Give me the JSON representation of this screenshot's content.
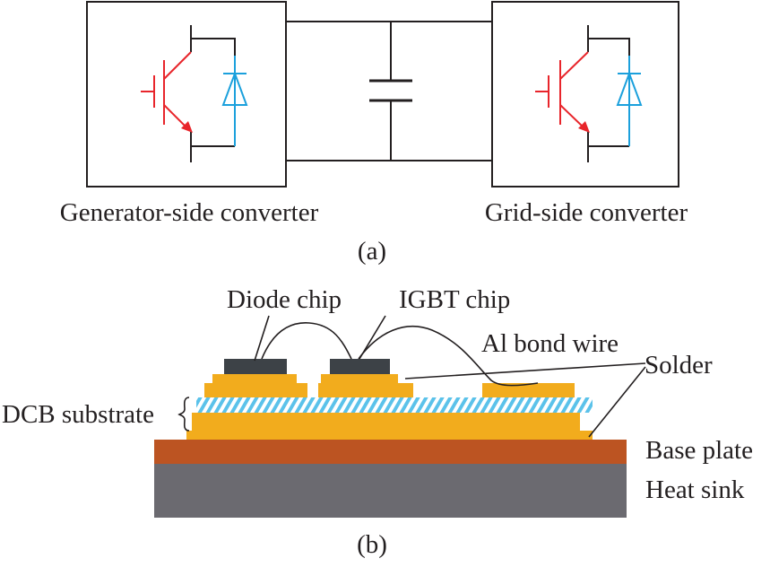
{
  "panel_a": {
    "left_label": "Generator-side converter",
    "right_label": "Grid-side converter",
    "caption": "(a)"
  },
  "panel_b": {
    "labels": {
      "diode_chip": "Diode chip",
      "igbt_chip": "IGBT chip",
      "al_bond_wire": "Al bond wire",
      "solder": "Solder",
      "dcb_substrate": "DCB substrate",
      "base_plate": "Base plate",
      "heat_sink": "Heat sink"
    },
    "caption": "(b)"
  },
  "colors": {
    "line": "#231f20",
    "igbt": "#e8252b",
    "diode": "#1ba0dc",
    "solder": "#f2ac1d",
    "chip": "#3d4247",
    "ceramic_stripe": "#5bc2ea",
    "base_plate": "#bc5422",
    "heat_sink": "#6b6a70"
  }
}
